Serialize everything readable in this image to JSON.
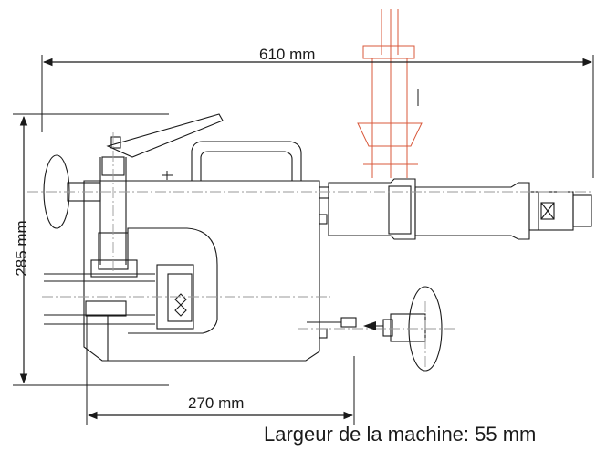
{
  "dimensions": {
    "overall_length": "610 mm",
    "height": "285 mm",
    "base_length": "270 mm"
  },
  "machine_width_note": "Largeur de la machine: 55 mm",
  "colors": {
    "line": "#1a1a1a",
    "sketch_line": "#9a9a9a",
    "accent_line": "#d9583b",
    "background": "#ffffff"
  }
}
